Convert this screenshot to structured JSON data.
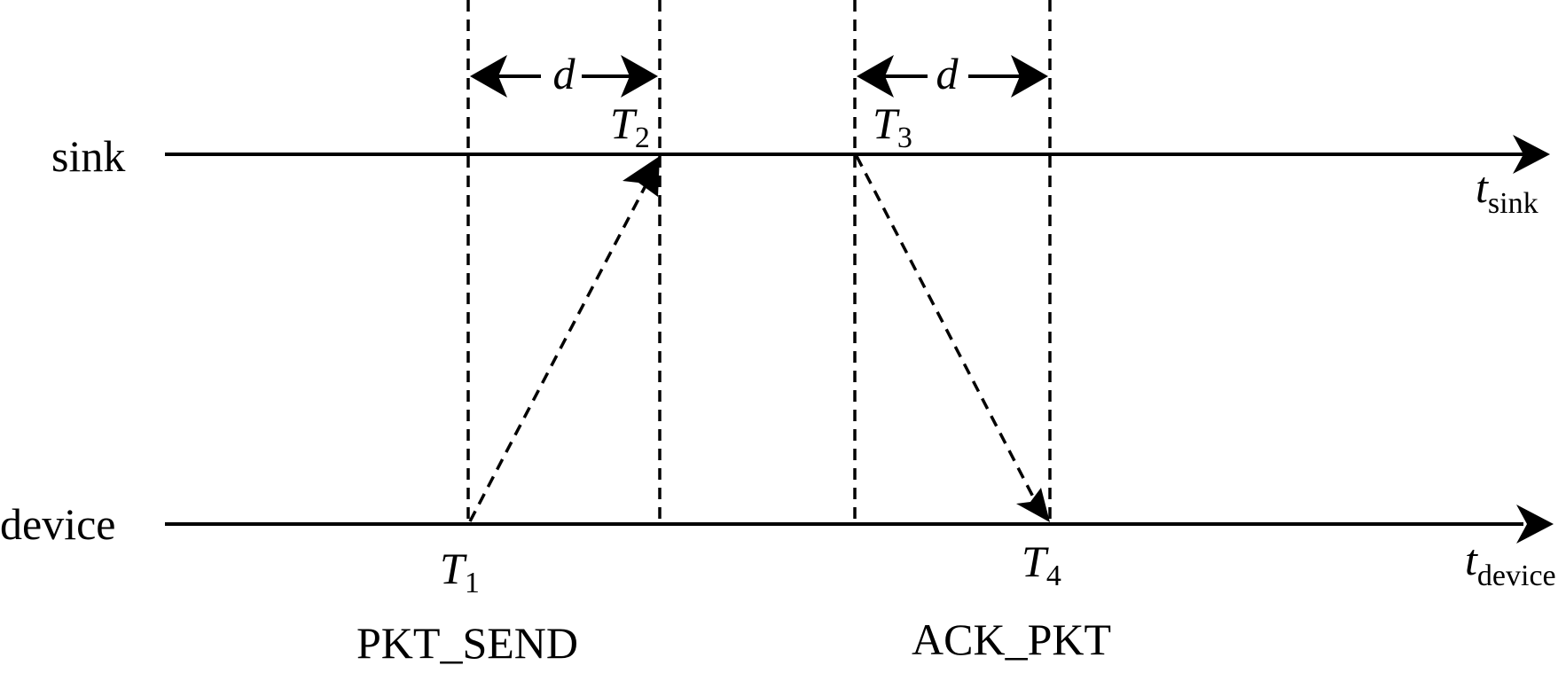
{
  "timelines": {
    "sink_label": "sink",
    "device_label": "device",
    "sink_axis": {
      "main": "t",
      "sub": "sink"
    },
    "device_axis": {
      "main": "t",
      "sub": "device"
    }
  },
  "events": {
    "t1": {
      "main": "T",
      "sub": "1"
    },
    "t2": {
      "main": "T",
      "sub": "2"
    },
    "t3": {
      "main": "T",
      "sub": "3"
    },
    "t4": {
      "main": "T",
      "sub": "4"
    }
  },
  "intervals": {
    "left": "d",
    "right": "d"
  },
  "messages": {
    "send": "PKT_SEND",
    "ack": "ACK_PKT"
  }
}
